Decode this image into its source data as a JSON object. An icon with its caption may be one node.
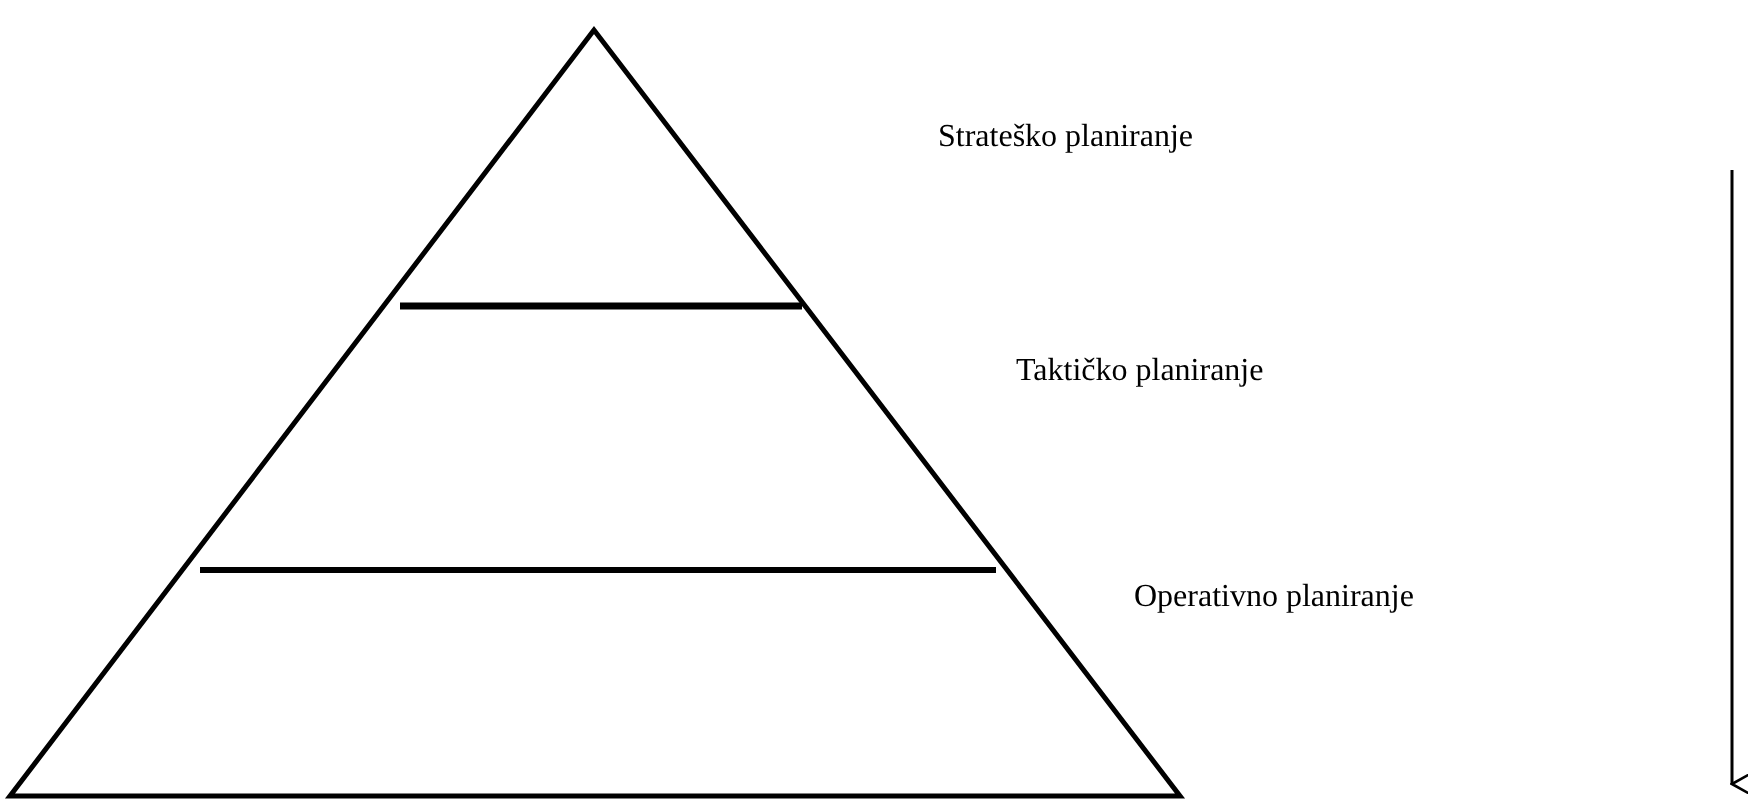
{
  "diagram": {
    "labels": [
      "Strateško planiranje",
      "Taktičko planiranje",
      "Operativno planiranje"
    ]
  }
}
